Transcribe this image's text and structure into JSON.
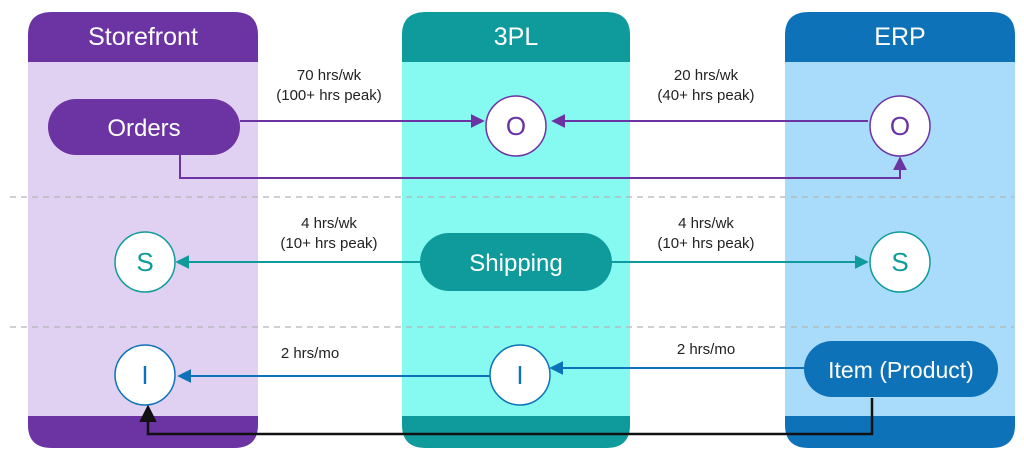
{
  "columns": [
    {
      "title": "Storefront",
      "header_color": "#6c33a3",
      "body_color": "#e0d1f2",
      "footer_color": "#6c33a3"
    },
    {
      "title": "3PL",
      "header_color": "#0f9b9c",
      "body_color": "#86faf0",
      "footer_color": "#0f9b9c"
    },
    {
      "title": "ERP",
      "header_color": "#0e72b8",
      "body_color": "#a9dcfb",
      "footer_color": "#0e72b8"
    }
  ],
  "rows": {
    "orders": {
      "source_label": "Orders",
      "node_3pl": "O",
      "node_erp": "O",
      "left_rate": "70 hrs/wk",
      "left_peak": "(100+ hrs peak)",
      "right_rate": "20 hrs/wk",
      "right_peak": "(40+ hrs peak)",
      "color": "#6c33a3"
    },
    "shipping": {
      "source_label": "Shipping",
      "node_storefront": "S",
      "node_erp": "S",
      "left_rate": "4 hrs/wk",
      "left_peak": "(10+ hrs peak)",
      "right_rate": "4 hrs/wk",
      "right_peak": "(10+ hrs peak)",
      "color": "#0f9b9c"
    },
    "item": {
      "source_label": "Item (Product)",
      "node_storefront": "I",
      "node_3pl": "I",
      "left_rate": "2 hrs/mo",
      "right_rate": "2 hrs/mo",
      "color": "#0e72b8",
      "return_color": "#111111"
    }
  }
}
